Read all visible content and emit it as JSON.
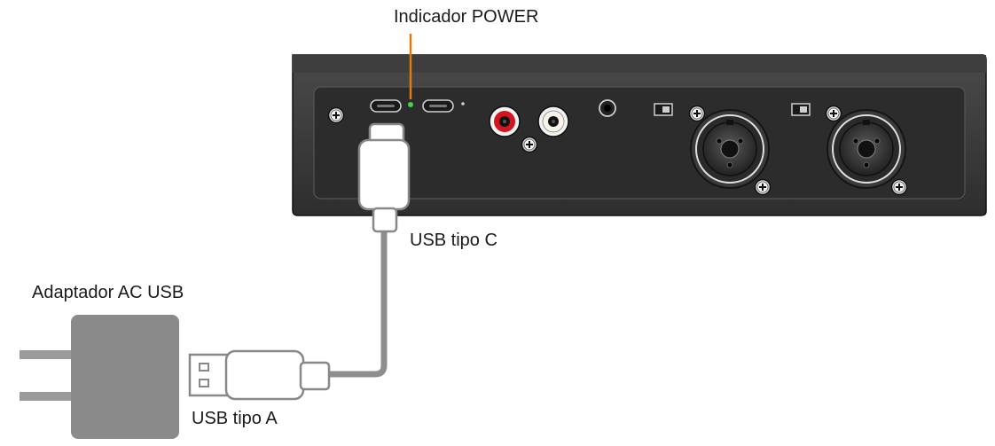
{
  "labels": {
    "power_indicator": "Indicador POWER",
    "usb_c": "USB tipo C",
    "usb_ac_adapter": "Adaptador AC USB",
    "usb_a": "USB tipo A"
  },
  "colors": {
    "device_body": "#3a3a3a",
    "device_panel": "#2b2b2b",
    "leader_line": "#e07b10",
    "power_led": "#3fd24a",
    "rca_red": "#d4141e",
    "cable": "#8e8e8e",
    "adapter": "#8a8a8a",
    "prongs": "#9a9a9a"
  },
  "icons": [
    "screw-icon",
    "usb-c-port-icon",
    "rca-jack-icon",
    "headphone-jack-icon",
    "xlr-combo-jack-icon",
    "switch-icon"
  ]
}
